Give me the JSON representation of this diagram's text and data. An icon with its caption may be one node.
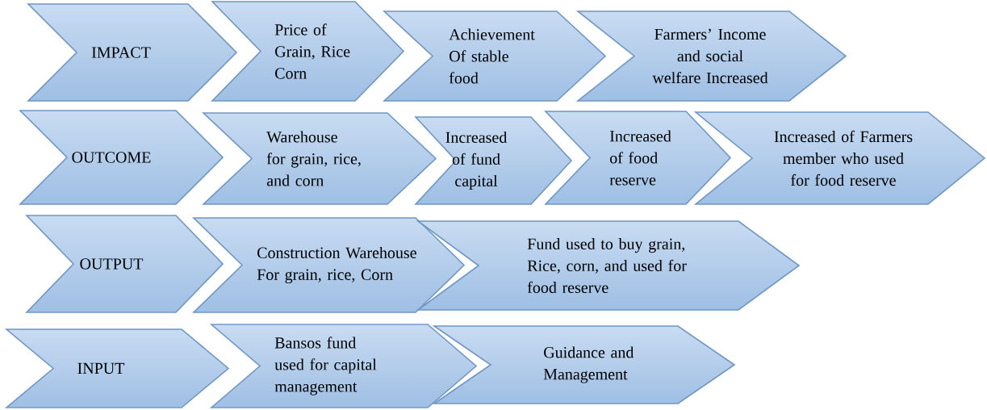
{
  "diagram": {
    "nodes": [
      {
        "text": [
          "IMPACT"
        ]
      },
      {
        "text": [
          "Price of Grain, Rice Corn"
        ]
      },
      {
        "text": [
          "Achievement Of stable food"
        ]
      },
      {
        "text": [
          "Farmers’ Income and social welfare Increased"
        ]
      },
      {
        "text": [
          "OUTCOME"
        ]
      },
      {
        "text": [
          "Warehouse for grain, rice, and corn"
        ]
      },
      {
        "text": [
          "Increased of fund capital"
        ]
      },
      {
        "text": [
          "Increased of food reserve"
        ]
      },
      {
        "text": [
          "Increased of Farmers member who used for food reserve"
        ]
      },
      {
        "text": [
          "OUTPUT"
        ]
      },
      {
        "text": [
          "Construction Warehouse For grain, rice, Corn"
        ]
      },
      {
        "text": [
          "Fund used to buy grain, Rice, corn, and used for food reserve"
        ]
      },
      {
        "text": [
          "INPUT"
        ]
      },
      {
        "text": [
          "Bansos fund used for capital management"
        ]
      },
      {
        "text": [
          "Guidance and Management"
        ]
      }
    ]
  }
}
